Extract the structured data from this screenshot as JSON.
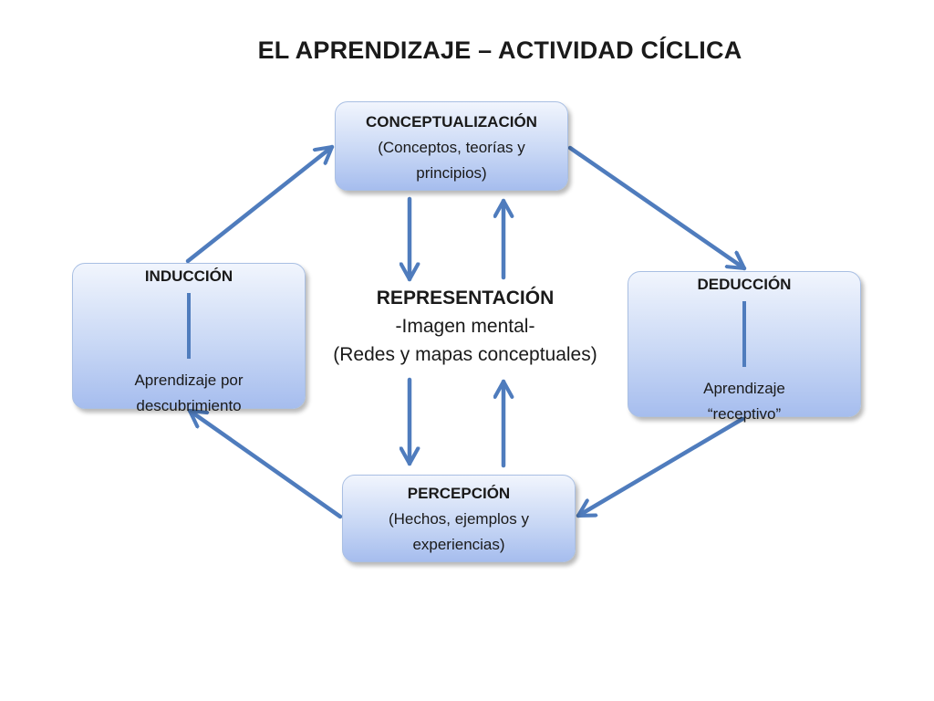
{
  "title": "EL APRENDIZAJE – ACTIVIDAD CÍCLICA",
  "nodes": {
    "conceptualizacion": {
      "heading": "CONCEPTUALIZACIÓN",
      "line1": "(Conceptos, teorías y",
      "line2": "principios)"
    },
    "percepcion": {
      "heading": "PERCEPCIÓN",
      "line1": "(Hechos, ejemplos y",
      "line2": "experiencias)"
    },
    "induccion": {
      "heading": "INDUCCIÓN",
      "line1": "Aprendizaje por",
      "line2": "descubrimiento"
    },
    "deduccion": {
      "heading": "DEDUCCIÓN",
      "line1": "Aprendizaje",
      "line2": "“receptivo”"
    },
    "representacion": {
      "heading": "REPRESENTACIÓN",
      "line1": "-Imagen mental-",
      "line2": "(Redes y mapas conceptuales)"
    }
  },
  "colors": {
    "arrow": "#4f7cbd",
    "box_border": "#a9bfe3",
    "box_fill_top": "#f1f5fd",
    "box_fill_bottom": "#a6bdee"
  }
}
